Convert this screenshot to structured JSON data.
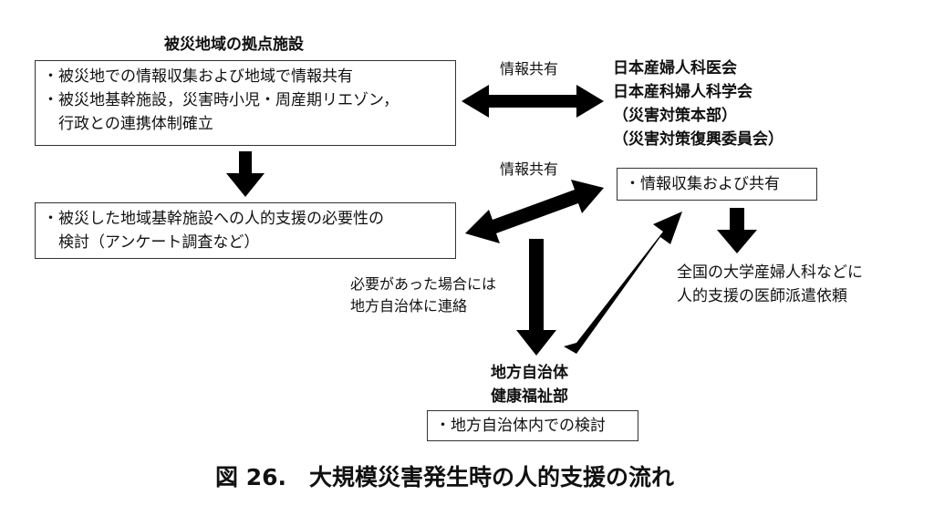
{
  "left_hub": {
    "heading": "被災地域の拠点施設",
    "box1": [
      "・被災地での情報収集および地域で情報共有",
      "・被災地基幹施設，災害時小児・周産期リエゾン，",
      "　行政との連携体制確立"
    ],
    "box2": [
      "・被災した地域基幹施設への人的支援の必要性の",
      "　検討（アンケート調査など）"
    ]
  },
  "info_share_top": "情報共有",
  "info_share_mid": "情報共有",
  "society": {
    "lines": [
      "日本産婦人科医会",
      "日本産科婦人科学会",
      "（災害対策本部）",
      "（災害対策復興委員会）"
    ],
    "box": "・情報収集および共有",
    "dispatch": [
      "全国の大学産婦人科などに",
      "人的支援の医師派遣依頼"
    ]
  },
  "contact_note": [
    "必要があった場合には",
    "地方自治体に連絡"
  ],
  "local_gov": {
    "lines": [
      "地方自治体",
      "健康福祉部"
    ],
    "box": "・地方自治体内での検討"
  },
  "caption": "図 26.　大規模災害発生時の人的支援の流れ"
}
